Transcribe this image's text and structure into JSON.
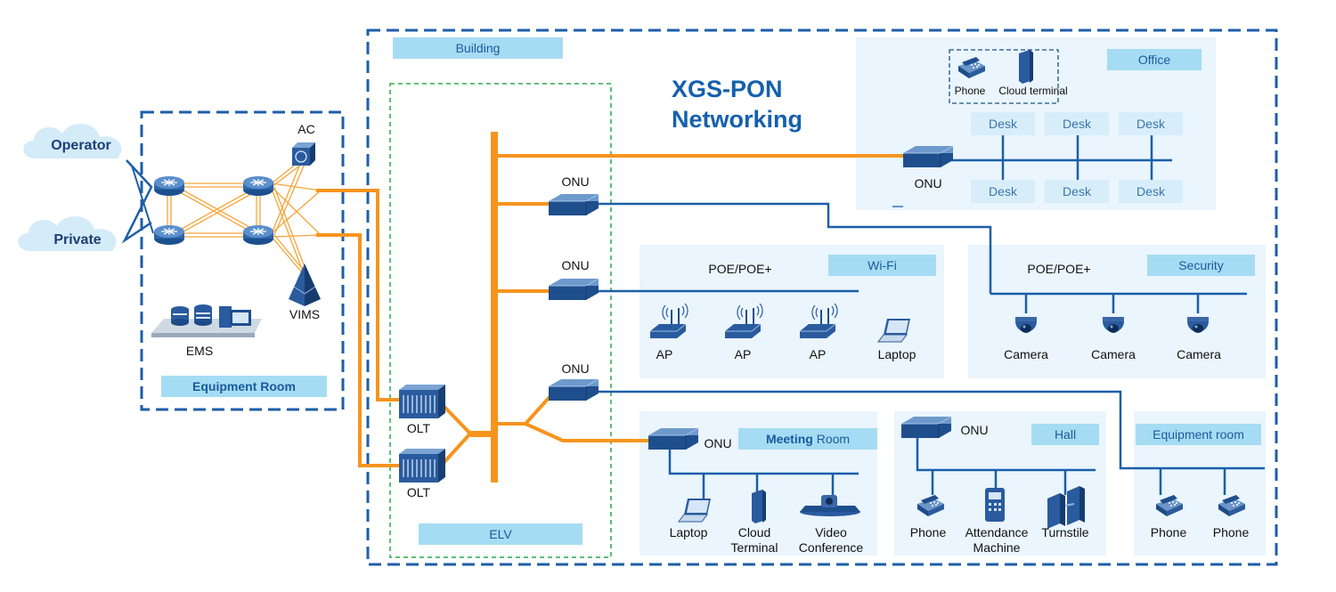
{
  "title": {
    "line1": "XGS-PON",
    "line2": "Networking"
  },
  "colors": {
    "accent_blue": "#1560ad",
    "fiber_orange": "#f7941d",
    "link_blue": "#1a5ea8",
    "tag_bg": "#a6dcf3",
    "panel_bg": "#eaf5fd",
    "elv_green": "#2aa84a"
  },
  "clouds": [
    {
      "label": "Operator"
    },
    {
      "label": "Private"
    }
  ],
  "equipment_room": {
    "tag": "Equipment Room",
    "devices": {
      "ac": "AC",
      "vims": "VIMS",
      "ems": "EMS"
    }
  },
  "building": {
    "tag": "Building"
  },
  "elv": {
    "tag": "ELV",
    "olts": [
      "OLT",
      "OLT"
    ],
    "onus": [
      "ONU",
      "ONU",
      "ONU"
    ]
  },
  "office": {
    "tag": "Office",
    "devices": [
      "Phone",
      "Cloud terminal"
    ],
    "desks": [
      "Desk",
      "Desk",
      "Desk",
      "Desk",
      "Desk",
      "Desk"
    ],
    "onu": "ONU"
  },
  "wifi": {
    "tag": "Wi-Fi",
    "poe": "POE/POE+",
    "devices": [
      "AP",
      "AP",
      "AP",
      "Laptop"
    ]
  },
  "security": {
    "tag": "Security",
    "poe": "POE/POE+",
    "devices": [
      "Camera",
      "Camera",
      "Camera"
    ]
  },
  "meeting_room": {
    "tag_bold": "Meeting",
    "tag_rest": " Room",
    "onu": "ONU",
    "devices": [
      "Laptop",
      "Cloud\nTerminal",
      "Video\nConference"
    ]
  },
  "hall": {
    "tag": "Hall",
    "onu": "ONU",
    "devices": [
      "Phone",
      "Attendance\nMachine",
      "Turnstile"
    ]
  },
  "equipment_room_2": {
    "tag": "Equipment room",
    "devices": [
      "Phone",
      "Phone"
    ]
  }
}
